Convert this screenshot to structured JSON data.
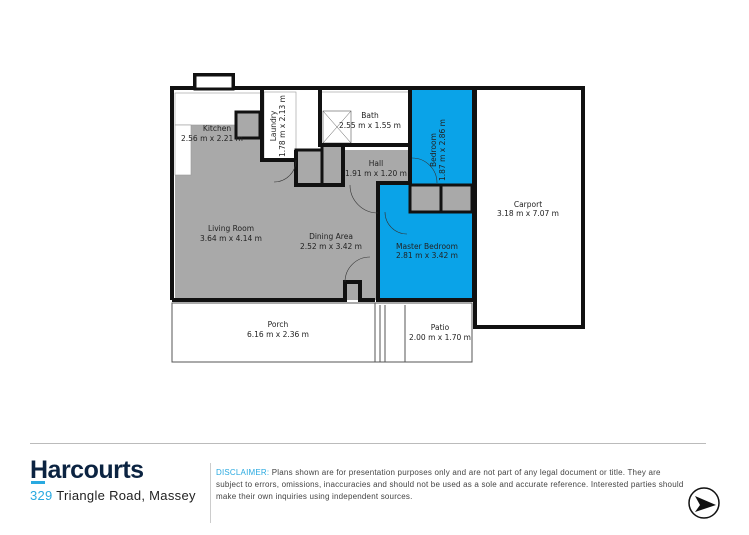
{
  "rooms": {
    "kitchen": {
      "name": "Kitchen",
      "size": "2.56 m x 2.21 m"
    },
    "laundry": {
      "name": "Laundry",
      "size": "1.78 m x 2.13 m"
    },
    "bath": {
      "name": "Bath",
      "size": "2.55 m x 1.55 m"
    },
    "bedroom": {
      "name": "Bedroom",
      "size": "1.87 m x 2.86 m"
    },
    "hall": {
      "name": "Hall",
      "size": "1.91 m x 1.20 m"
    },
    "living": {
      "name": "Living Room",
      "size": "3.64 m x 4.14 m"
    },
    "dining": {
      "name": "Dining Area",
      "size": "2.52 m x 3.42 m"
    },
    "master": {
      "name": "Master Bedroom",
      "size": "2.81 m x 3.42 m"
    },
    "carport": {
      "name": "Carport",
      "size": "3.18 m x 7.07 m"
    },
    "porch": {
      "name": "Porch",
      "size": "6.16 m x 2.36 m"
    },
    "patio": {
      "name": "Patio",
      "size": "2.00 m x 1.70 m"
    }
  },
  "colors": {
    "living": "#a9a9a9",
    "bedroom": "#0aa3e8",
    "wall": "#111111",
    "accent": "#29a9e0",
    "brand": "#0b2341"
  },
  "footer": {
    "brand": "Harcourts",
    "address_number": "329",
    "address_street": "Triangle Road, Massey",
    "disclaimer_label": "DISCLAIMER:",
    "disclaimer_text": "Plans shown are for presentation purposes only and are not part of any legal document or title. They are subject to errors, omissions, inaccuracies and should not be used as a sole and accurate reference. Interested parties should make their own inquiries using independent sources.",
    "north_icon": "north-arrow-icon"
  }
}
